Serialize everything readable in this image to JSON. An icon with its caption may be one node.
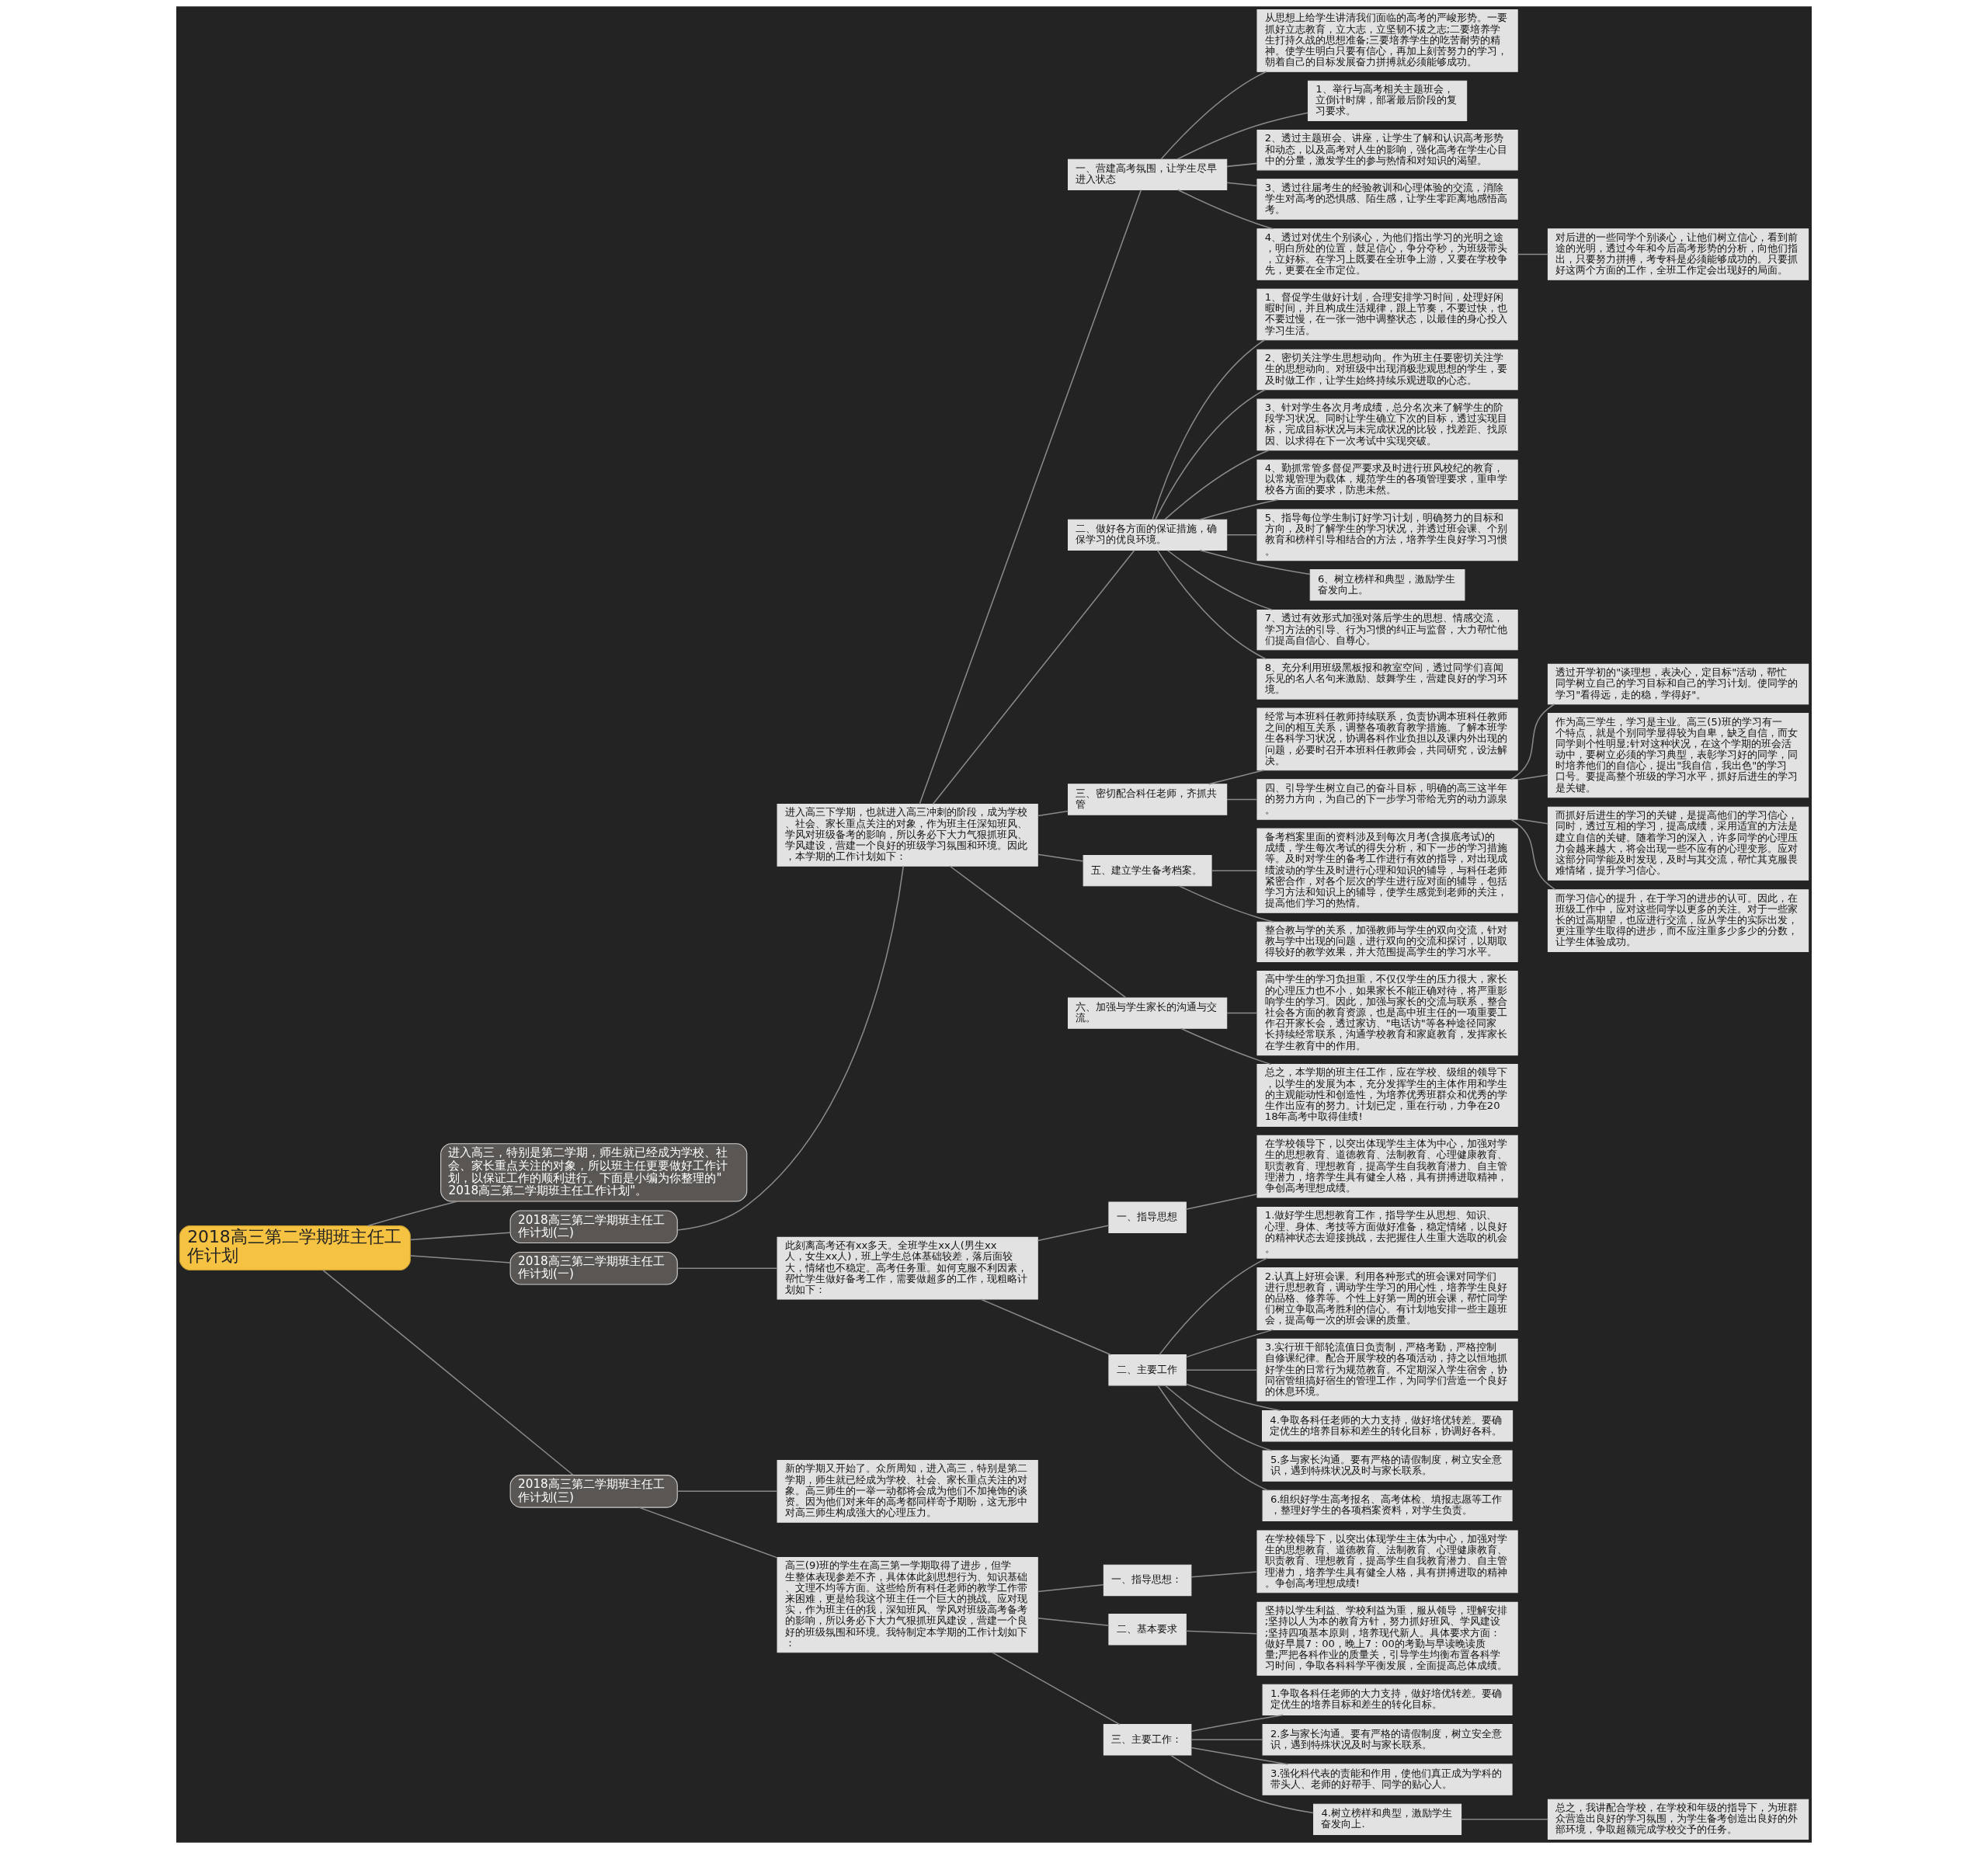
{
  "diagram": {
    "nodes": [
      {
        "text": [
          "2018高三第二学期班主任工作计划"
        ]
      },
      {
        "text": [
          "进入高三，特别是第二学期，师生就已经成为学校、社会、家长重点关注的对象，所以班主任更要做好工作计划，以保证工作的顺利进行。下面是小编为你整理的\"2018高三第二学期班主任工作计划\"。"
        ]
      },
      {
        "text": [
          "2018高三第二学期班主任工作计划(二)"
        ]
      },
      {
        "text": [
          "进入高三下学期，也就进入高三冲刺的阶段，成为学校、社会、家长重点关注的对象，作为班主任深知班风、学风对班级备考的影响，所以务必下大力气狠抓班风、学风建设，营建一个良好的班级学习氛围和环境。因此，本学期的工作计划如下："
        ]
      },
      {
        "text": [
          "一、营建高考氛围，让学生尽早进入状态"
        ]
      },
      {
        "text": [
          "从思想上给学生讲清我们面临的高考的严峻形势。一要抓好立志教育，立大志，立坚韧不拔之志;二要培养学生打持久战的思想准备;三要培养学生的吃苦耐劳的精神。使学生明白只要有信心，再加上刻苦努力的学习，朝着自己的目标发展奋力拼搏就必须能够成功。"
        ]
      },
      {
        "text": [
          "1、举行与高考相关主题班会，立倒计时牌，部署最后阶段的复习要求。"
        ]
      },
      {
        "text": [
          "2、透过主题班会、讲座，让学生了解和认识高考形势和动态，以及高考对人生的影响，强化高考在学生心目中的分量，激发学生的参与热情和对知识的渴望。"
        ]
      },
      {
        "text": [
          "3、透过往届考生的经验教训和心理体验的交流，消除学生对高考的恐惧感、陌生感，让学生零距离地感悟高考。"
        ]
      },
      {
        "text": [
          "4、透过对优生个别谈心，为他们指出学习的光明之途，明白所处的位置，鼓足信心，争分夺秒，为班级带头，立好标。在学习上既要在全班争上游，又要在学校争先，更要在全市定位。"
        ]
      },
      {
        "text": [
          "对后进的一些同学个别谈心，让他们树立信心，看到前途的光明，透过今年和今后高考形势的分析，向他们指出，只要努力拼搏，考专科是必须能够成功的。只要抓好这两个方面的工作，全班工作定会出现好的局面。"
        ]
      },
      {
        "text": [
          "二、做好各方面的保证措施，确保学习的优良环境。"
        ]
      },
      {
        "text": [
          "1、督促学生做好计划，合理安排学习时间，处理好闲暇时间，并且构成生活规律，跟上节奏，不要过快，也不要过慢，在一张一弛中调整状态，以最佳的身心投入学习生活。"
        ]
      },
      {
        "text": [
          "2、密切关注学生思想动向。作为班主任要密切关注学生的思想动向。对班级中出现消极悲观思想的学生，要及时做工作，让学生始终持续乐观进取的心态。"
        ]
      },
      {
        "text": [
          "3、针对学生各次月考成绩，总分名次来了解学生的阶段学习状况。同时让学生确立下次的目标，透过实现目标，完成目标状况与未完成状况的比较，找差距、找原因、以求得在下一次考试中实现突破。"
        ]
      },
      {
        "text": [
          "4、勤抓常管多督促严要求及时进行班风校纪的教育，以常规管理为载体，规范学生的各项管理要求，重申学校各方面的要求，防患未然。"
        ]
      },
      {
        "text": [
          "5、指导每位学生制订好学习计划，明确努力的目标和方向，及时了解学生的学习状况，并透过班会课、个别教育和榜样引导相结合的方法，培养学生良好学习习惯。"
        ]
      },
      {
        "text": [
          "6、树立榜样和典型，激励学生奋发向上。"
        ]
      },
      {
        "text": [
          "7、透过有效形式加强对落后学生的思想、情感交流，学习方法的引导、行为习惯的纠正与监督，大力帮忙他们提高自信心、自尊心。"
        ]
      },
      {
        "text": [
          "8、充分利用班级黑板报和教室空间，透过同学们喜闻乐见的名人名句来激励、鼓舞学生，营建良好的学习环境。"
        ]
      },
      {
        "text": [
          "三、密切配合科任老师，齐抓共管"
        ]
      },
      {
        "text": [
          "经常与本班科任教师持续联系，负责协调本班科任教师之间的相互关系，调整各项教育教学措施。了解本班学生各科学习状况，协调各科作业负担以及课内外出现的问题，必要时召开本班科任教师会，共同研究，设法解决。"
        ]
      },
      {
        "text": [
          "四、引导学生树立自己的奋斗目标，明确的高三这半年的努力方向，为自己的下一步学习带给无穷的动力源泉。"
        ]
      },
      {
        "text": [
          "透过开学初的\"谈理想，表决心，定目标\"活动，帮忙同学树立自己的学习目标和自己的学习计划。使同学的学习\"看得远，走的稳，学得好\"。"
        ]
      },
      {
        "text": [
          "作为高三学生，学习是主业。高三(5)班的学习有一个特点，就是个别同学显得较为自卑，缺乏自信，而女同学则个性明显;针对这种状况，在这个学期的班会活动中，要树立必须的学习典型，表彰学习好的同学，同时培养他们的自信心，提出\"我自信，我出色\"的学习口号。要提高整个班级的学习水平，抓好后进生的学习是关键。"
        ]
      },
      {
        "text": [
          "而抓好后进生的学习的关键，是提高他们的学习信心，同时，透过互相的学习，提高成绩，采用适宜的方法是建立自信的关键。随着学习的深入，许多同学的心理压力会越来越大，将会出现一些不应有的心理变形。应对这部分同学能及时发现，及时与其交流，帮忙其克服畏难情绪，提升学习信心。"
        ]
      },
      {
        "text": [
          "而学习信心的提升，在于学习的进步的认可。因此，在班级工作中，应对这些同学以更多的关注。对于一些家长的过高期望，也应进行交流，应从学生的实际出发，更注重学生取得的进步，而不应注重多少多少的分数，让学生体验成功。"
        ]
      },
      {
        "text": [
          "五、建立学生备考档案。"
        ]
      },
      {
        "text": [
          "备考档案里面的资料涉及到每次月考(含摸底考试)的成绩，学生每次考试的得失分析，和下一步的学习措施等。及时对学生的备考工作进行有效的指导，对出现成绩波动的学生及时进行心理和知识的辅导，与科任老师紧密合作，对各个层次的学生进行应对面的辅导，包括学习方法和知识上的辅导，使学生感觉到老师的关注，提高他们学习的热情。"
        ]
      },
      {
        "text": [
          "整合教与学的关系，加强教师与学生的双向交流，针对教与学中出现的问题，进行双向的交流和探讨，以期取得较好的教学效果，并大范围提高学生的学习水平。"
        ]
      },
      {
        "text": [
          "六、加强与学生家长的沟通与交流。"
        ]
      },
      {
        "text": [
          "高中学生的学习负担重，不仅仅学生的压力很大，家长的心理压力也不小，如果家长不能正确对待，将严重影响学生的学习。因此，加强与家长的交流与联系，整合社会各方面的教育资源，也是高中班主任的一项重要工作召开家长会，透过家访、\"电话访\"等各种途径同家长持续经常联系，沟通学校教育和家庭教育，发挥家长在学生教育中的作用。"
        ]
      },
      {
        "text": [
          "总之，本学期的班主任工作，应在学校、级组的领导下，以学生的发展为本，充分发挥学生的主体作用和学生的主观能动性和创造性，为培养优秀班群众和优秀的学生作出应有的努力。计划已定，重在行动，力争在2018年高考中取得佳绩!"
        ]
      },
      {
        "text": [
          "2018高三第二学期班主任工作计划(一)"
        ]
      },
      {
        "text": [
          "此刻离高考还有xx多天。全班学生xx人(男生xx人，女生xx人)，班上学生总体基础较差，落后面较大，情绪也不稳定。高考任务重。如何克服不利因素，帮忙学生做好备考工作，需要做超多的工作，现粗略计划如下："
        ]
      },
      {
        "text": [
          "一、指导思想"
        ]
      },
      {
        "text": [
          "在学校领导下，以突出体现学生主体为中心，加强对学生的思想教育、道德教育、法制教育、心理健康教育、职责教育、理想教育，提高学生自我教育潜力、自主管理潜力，培养学生具有健全人格，具有拼搏进取精神，争创高考理想成绩。"
        ]
      },
      {
        "text": [
          "二、主要工作"
        ]
      },
      {
        "text": [
          "1.做好学生思想教育工作，指导学生从思想、知识、心理、身体、考技等方面做好准备，稳定情绪，以良好的精神状态去迎接挑战，去把握住人生重大选取的机会。"
        ]
      },
      {
        "text": [
          "2.认真上好班会课。利用各种形式的班会课对同学们进行思想教育，调动学生学习的用心性，培养学生良好的品格、修养等。个性上好第一周的班会课，帮忙同学们树立争取高考胜利的信心。有计划地安排一些主题班会，提高每一次的班会课的质量。"
        ]
      },
      {
        "text": [
          "3.实行班干部轮流值日负责制，严格考勤，严格控制自修课纪律。配合开展学校的各项活动，持之以恒地抓好学生的日常行为规范教育。不定期深入学生宿舍，协同宿管组搞好宿生的管理工作，为同学们营造一个良好的休息环境。"
        ]
      },
      {
        "text": [
          "4.争取各科任老师的大力支持，做好培优转差。要确定优生的培养目标和差生的转化目标，协调好各科。"
        ]
      },
      {
        "text": [
          "5.多与家长沟通。要有严格的请假制度，树立安全意识，遇到特殊状况及时与家长联系。"
        ]
      },
      {
        "text": [
          "6.组织好学生高考报名、高考体检、填报志愿等工作，整理好学生的各项档案资料，对学生负责。"
        ]
      },
      {
        "text": [
          "2018高三第二学期班主任工作计划(三)"
        ]
      },
      {
        "text": [
          "新的学期又开始了。众所周知，进入高三，特别是第二学期，师生就已经成为学校、社会、家长重点关注的对象。高三师生的一举一动都将会成为他们不加掩饰的谈资。因为他们对来年的高考都同样寄予期盼，这无形中对高三师生构成强大的心理压力。"
        ]
      },
      {
        "text": [
          "高三(9)班的学生在高三第一学期取得了进步，但学生整体表现参差不齐，具体体此刻思想行为、知识基础、文理不均等方面。这些给所有科任老师的教学工作带来困难，更是给我这个班主任一个巨大的挑战。应对现实，作为班主任的我，深知班风、学风对班级高考备考的影响，所以务必下大力气狠抓班风建设，营建一个良好的班级氛围和环境。我特制定本学期的工作计划如下："
        ]
      },
      {
        "text": [
          "一、指导思想："
        ]
      },
      {
        "text": [
          "在学校领导下，以突出体现学生主体为中心，加强对学生的思想教育、道德教育、法制教育、心理健康教育、职责教育、理想教育，提高学生自我教育潜力、自主管理潜力，培养学生具有健全人格，具有拼搏进取的精神。争创高考理想成绩!"
        ]
      },
      {
        "text": [
          "二、基本要求"
        ]
      },
      {
        "text": [
          "坚持以学生利益、学校利益为重，服从领导，理解安排;坚持以人为本的教育方针，努力抓好班风、学风建设;坚持四项基本原则，培养现代新人。具体要求方面：做好早晨7：00，晚上7：00的考勤与早读晚读质量;严把各科作业的质量关，引导学生均衡布置各科学习时间，争取各科科学平衡发展，全面提高总体成绩。"
        ]
      },
      {
        "text": [
          "三、主要工作："
        ]
      },
      {
        "text": [
          "1.争取各科任老师的大力支持，做好培优转差。要确定优生的培养目标和差生的转化目标。"
        ]
      },
      {
        "text": [
          "2.多与家长沟通。要有严格的请假制度，树立安全意识，遇到特殊状况及时与家长联系。"
        ]
      },
      {
        "text": [
          "3.强化科代表的责能和作用，使他们真正成为学科的带头人、老师的好帮手、同学的贴心人。"
        ]
      },
      {
        "text": [
          "4.树立榜样和典型，激励学生奋发向上."
        ]
      },
      {
        "text": [
          "总之，我讲配合学校，在学校和年级的指导下，为班群众营造出良好的学习氛围，为学生备考创造出良好的外部环境，争取超额完成学校交予的任务。"
        ]
      }
    ],
    "edges": [
      {
        "from": 0,
        "to": 1,
        "arrow": "none"
      },
      {
        "from": 0,
        "to": 2,
        "arrow": "none"
      },
      {
        "from": 2,
        "to": 3,
        "arrow": "none"
      },
      {
        "from": 3,
        "to": 4,
        "arrow": "none"
      },
      {
        "from": 4,
        "to": 5,
        "arrow": "none"
      },
      {
        "from": 4,
        "to": 6,
        "arrow": "none"
      },
      {
        "from": 4,
        "to": 7,
        "arrow": "none"
      },
      {
        "from": 4,
        "to": 8,
        "arrow": "none"
      },
      {
        "from": 4,
        "to": 9,
        "arrow": "none"
      },
      {
        "from": 9,
        "to": 10,
        "arrow": "none"
      },
      {
        "from": 3,
        "to": 11,
        "arrow": "none"
      },
      {
        "from": 11,
        "to": 12,
        "arrow": "none"
      },
      {
        "from": 11,
        "to": 13,
        "arrow": "none"
      },
      {
        "from": 11,
        "to": 14,
        "arrow": "none"
      },
      {
        "from": 11,
        "to": 15,
        "arrow": "none"
      },
      {
        "from": 11,
        "to": 16,
        "arrow": "none"
      },
      {
        "from": 11,
        "to": 17,
        "arrow": "none"
      },
      {
        "from": 11,
        "to": 18,
        "arrow": "none"
      },
      {
        "from": 11,
        "to": 19,
        "arrow": "none"
      },
      {
        "from": 3,
        "to": 20,
        "arrow": "none"
      },
      {
        "from": 20,
        "to": 21,
        "arrow": "none"
      },
      {
        "from": 20,
        "to": 22,
        "arrow": "none"
      },
      {
        "from": 22,
        "to": 23,
        "arrow": "none"
      },
      {
        "from": 22,
        "to": 24,
        "arrow": "none"
      },
      {
        "from": 22,
        "to": 25,
        "arrow": "none"
      },
      {
        "from": 22,
        "to": 26,
        "arrow": "none"
      },
      {
        "from": 3,
        "to": 27,
        "arrow": "none"
      },
      {
        "from": 27,
        "to": 28,
        "arrow": "none"
      },
      {
        "from": 27,
        "to": 29,
        "arrow": "none"
      },
      {
        "from": 3,
        "to": 30,
        "arrow": "none"
      },
      {
        "from": 30,
        "to": 31,
        "arrow": "none"
      },
      {
        "from": 30,
        "to": 32,
        "arrow": "none"
      },
      {
        "from": 0,
        "to": 33,
        "arrow": "none"
      },
      {
        "from": 33,
        "to": 34,
        "arrow": "none"
      },
      {
        "from": 34,
        "to": 35,
        "arrow": "none"
      },
      {
        "from": 35,
        "to": 36,
        "arrow": "none"
      },
      {
        "from": 34,
        "to": 37,
        "arrow": "none"
      },
      {
        "from": 37,
        "to": 38,
        "arrow": "none"
      },
      {
        "from": 37,
        "to": 39,
        "arrow": "none"
      },
      {
        "from": 37,
        "to": 40,
        "arrow": "none"
      },
      {
        "from": 37,
        "to": 41,
        "arrow": "none"
      },
      {
        "from": 37,
        "to": 42,
        "arrow": "none"
      },
      {
        "from": 37,
        "to": 43,
        "arrow": "none"
      },
      {
        "from": 0,
        "to": 44,
        "arrow": "none"
      },
      {
        "from": 44,
        "to": 45,
        "arrow": "none"
      },
      {
        "from": 44,
        "to": 46,
        "arrow": "none"
      },
      {
        "from": 46,
        "to": 47,
        "arrow": "none"
      },
      {
        "from": 47,
        "to": 48,
        "arrow": "none"
      },
      {
        "from": 46,
        "to": 49,
        "arrow": "none"
      },
      {
        "from": 49,
        "to": 50,
        "arrow": "none"
      },
      {
        "from": 46,
        "to": 51,
        "arrow": "none"
      },
      {
        "from": 51,
        "to": 52,
        "arrow": "none"
      },
      {
        "from": 51,
        "to": 53,
        "arrow": "none"
      },
      {
        "from": 51,
        "to": 54,
        "arrow": "none"
      },
      {
        "from": 51,
        "to": 55,
        "arrow": "none"
      },
      {
        "from": 55,
        "to": 56,
        "arrow": "none"
      }
    ]
  }
}
